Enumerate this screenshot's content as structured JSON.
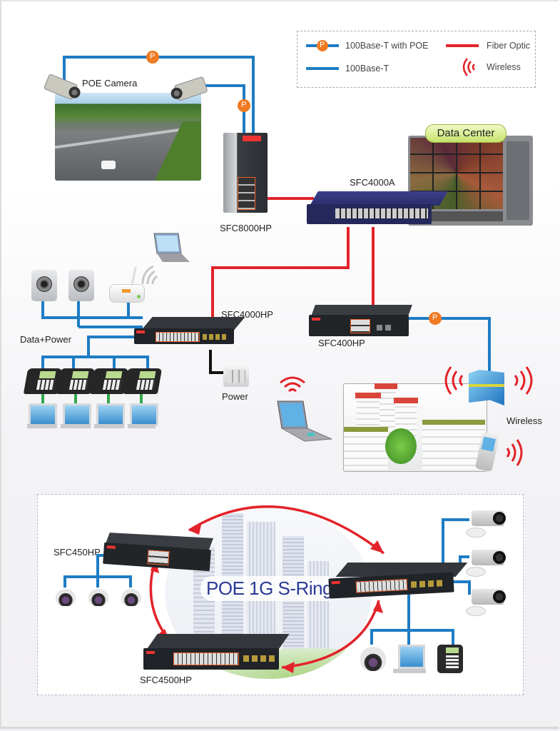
{
  "legend": {
    "poe_line": "100Base-T with POE",
    "plain_line": "100Base-T",
    "fiber_line": "Fiber Optic",
    "wireless": "Wireless",
    "poe_badge": "P"
  },
  "colors": {
    "ethernet": "#1e7cc4",
    "fiber": "#e3232b",
    "poe_badge": "#f07a22",
    "power": "#111111",
    "green_link": "#2fa84a",
    "ring_text": "#2b3a96"
  },
  "labels": {
    "poe_camera": "POE Camera",
    "sfc8000hp": "SFC8000HP",
    "sfc4000a": "SFC4000A",
    "data_center": "Data Center",
    "sfc4000hp": "SFC4000HP",
    "data_power": "Data+Power",
    "power": "Power",
    "sfc400hp": "SFC400HP",
    "wireless": "Wireless"
  },
  "ring": {
    "title": "POE 1G S-Ring",
    "sfc450hp": "SFC450HP",
    "sfc4500hp": "SFC4500HP"
  },
  "icons": [
    "poe-camera-icon",
    "highway-photo",
    "industrial-switch-icon",
    "rack-switch-icon",
    "dvr-monitor-icon",
    "speaker-camera-icon",
    "wireless-router-icon",
    "laptop-icon",
    "ip-phone-icon",
    "desktop-pc-icon",
    "power-outlet-icon",
    "access-point-icon",
    "buildings-icon",
    "smartphone-icon",
    "dome-camera-icon",
    "box-camera-icon",
    "wifi-waves-icon"
  ]
}
